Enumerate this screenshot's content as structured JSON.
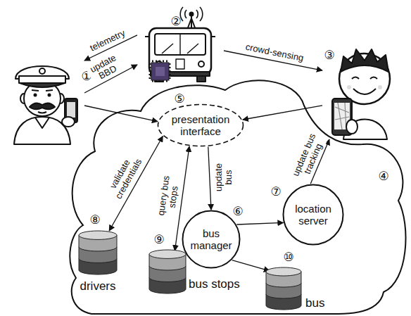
{
  "diagram": {
    "nodes": [
      {
        "text": [
          "①"
        ]
      },
      {
        "text": [
          "②"
        ]
      },
      {
        "text": [
          "③"
        ]
      },
      {
        "text": [
          "④"
        ]
      },
      {
        "text": [
          "⑤",
          "presentation interface"
        ],
        "in": 3
      },
      {
        "text": [
          "⑥",
          "bus manager"
        ],
        "in": 3
      },
      {
        "text": [
          "⑦",
          "location server"
        ],
        "in": 3
      },
      {
        "text": [
          "⑧",
          "drivers"
        ],
        "in": 3
      },
      {
        "text": [
          "⑨",
          "bus stops"
        ],
        "in": 3
      },
      {
        "text": [
          "⑩",
          "bus"
        ],
        "in": 3
      }
    ],
    "edges": [
      {
        "from": 1,
        "to": 0,
        "label": "telemetry",
        "arrow": "to"
      },
      {
        "from": 0,
        "to": 1,
        "label": "update BBD",
        "arrow": "to"
      },
      {
        "from": 0,
        "to": 4,
        "arrow": "to"
      },
      {
        "from": 1,
        "to": 2,
        "label": "crowd-sensing",
        "arrow": "to"
      },
      {
        "from": 2,
        "to": 4,
        "arrow": "to"
      },
      {
        "from": 4,
        "to": 7,
        "label": "validate credentials",
        "arrow": "both"
      },
      {
        "from": 4,
        "to": 8,
        "label": "query bus stops",
        "arrow": "both"
      },
      {
        "from": 4,
        "to": 5,
        "label": "update bus",
        "arrow": "to"
      },
      {
        "from": 6,
        "to": 2,
        "label": "update bus tracking",
        "arrow": "to"
      },
      {
        "from": 5,
        "to": 6,
        "arrow": "to"
      },
      {
        "from": 5,
        "to": 9,
        "arrow": "to"
      }
    ]
  }
}
